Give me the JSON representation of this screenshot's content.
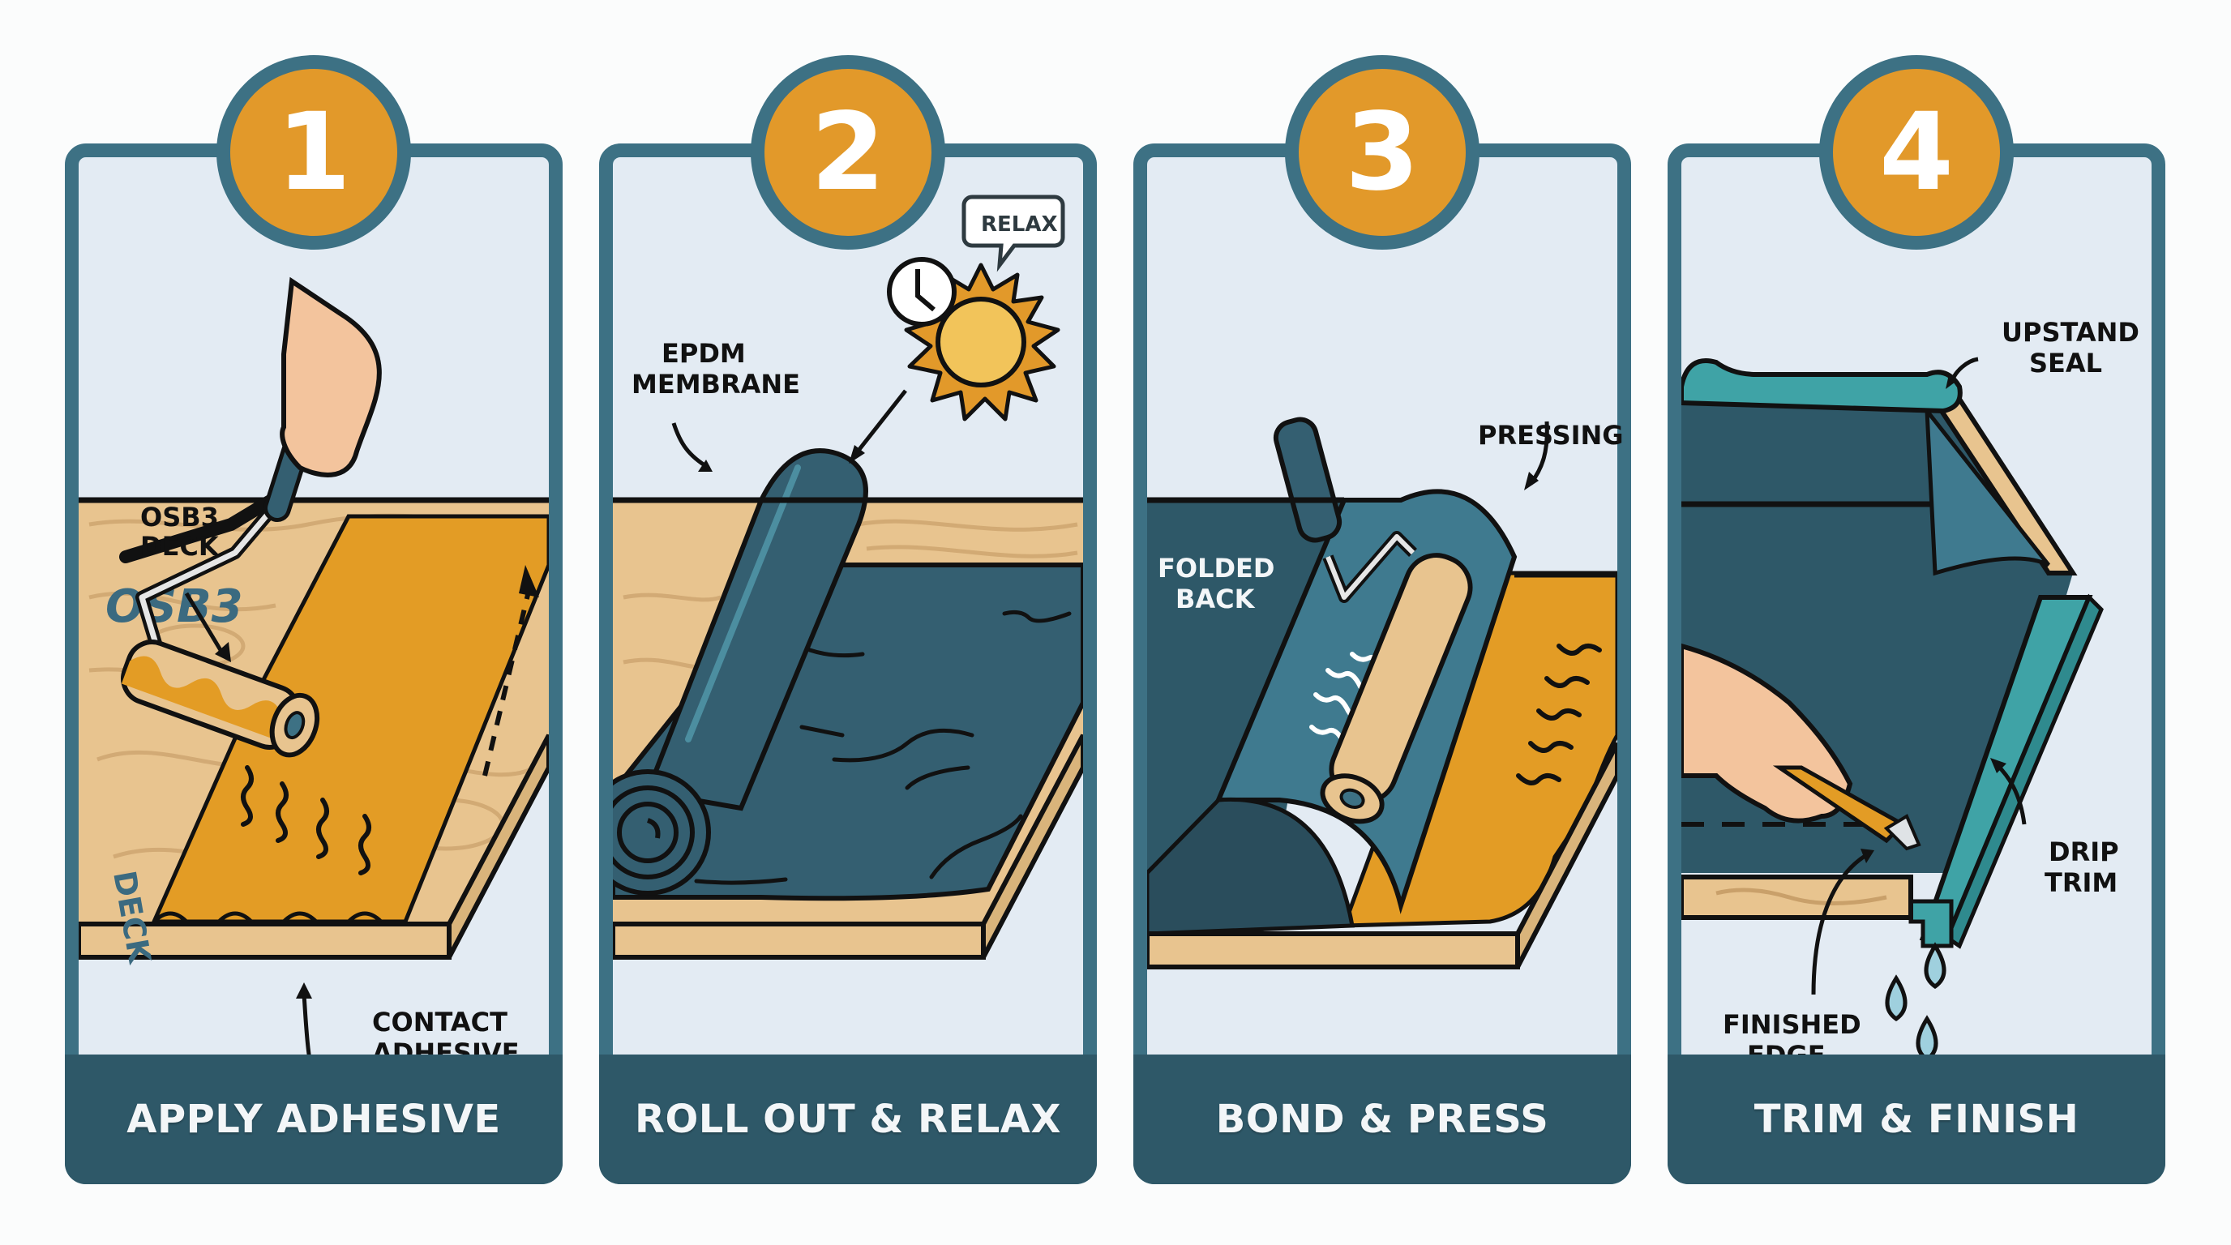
{
  "colors": {
    "frame": "#3d7184",
    "label_bar": "#2e5868",
    "badge_fill": "#e2992a",
    "panel_bg": "#e3ebf3",
    "wood": "#e8c48f",
    "adhesive": "#e39c25",
    "membrane": "#345f71",
    "trim": "#3fa3a6"
  },
  "steps": [
    {
      "number": "1",
      "title": "APPLY ADHESIVE",
      "callouts": {
        "deck_line1": "OSB3",
        "deck_line2": "DECK",
        "board_mark": "OSB3",
        "board_mark_side": "DECK",
        "adhesive_line1": "CONTACT",
        "adhesive_line2": "ADHESIVE"
      }
    },
    {
      "number": "2",
      "title": "ROLL OUT & RELAX",
      "callouts": {
        "membrane_line1": "EPDM",
        "membrane_line2": "MEMBRANE",
        "bubble": "RELAX"
      }
    },
    {
      "number": "3",
      "title": "BOND & PRESS",
      "callouts": {
        "folded_line1": "FOLDED",
        "folded_line2": "BACK",
        "pressing": "PRESSING"
      }
    },
    {
      "number": "4",
      "title": "TRIM & FINISH",
      "callouts": {
        "upstand_line1": "UPSTAND",
        "upstand_line2": "SEAL",
        "drip_line1": "DRIP",
        "drip_line2": "TRIM",
        "edge_line1": "FINISHED",
        "edge_line2": "EDGE"
      }
    }
  ]
}
